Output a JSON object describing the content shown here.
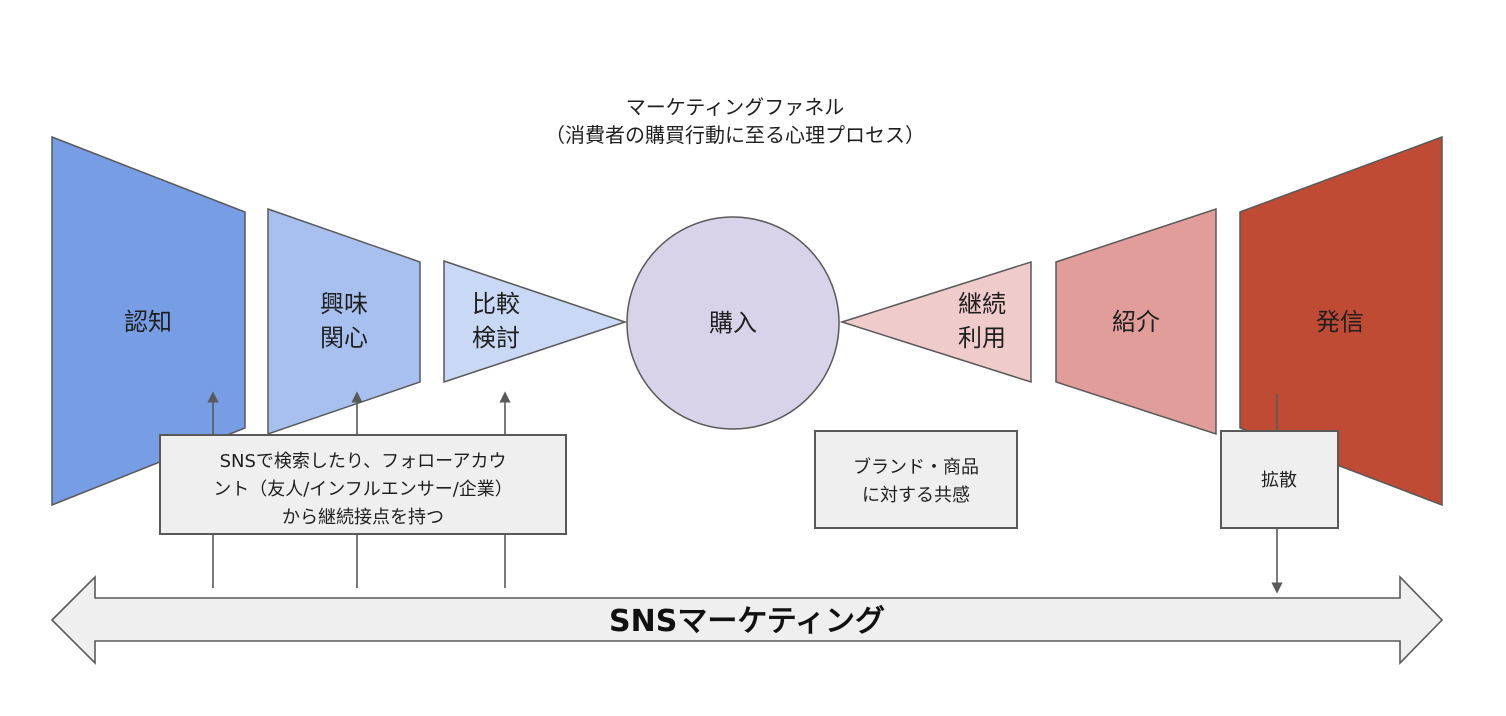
{
  "title": {
    "line1": "マーケティングファネル",
    "line2": "（消費者の購買行動に至る心理プロセス）"
  },
  "stages": {
    "awareness": {
      "label": "認知",
      "color": "#779de5"
    },
    "interest": {
      "line1": "興味",
      "line2": "関心",
      "color": "#a8c0ef"
    },
    "comparison": {
      "line1": "比較",
      "line2": "検討",
      "color": "#c9d8f5"
    },
    "purchase": {
      "label": "購入",
      "color": "#d9d3ea"
    },
    "continued_use": {
      "line1": "継続",
      "line2": "利用",
      "color": "#efcbcb"
    },
    "referral": {
      "label": "紹介",
      "color": "#e09d9a"
    },
    "broadcast": {
      "label": "発信",
      "color": "#bf4b35"
    }
  },
  "notes": {
    "sns_contact": {
      "line1": "SNSで検索したり、フォローアカウ",
      "line2": "ント（友人/インフルエンサー/企業）",
      "line3": "から継続接点を持つ"
    },
    "brand_empathy": {
      "line1": "ブランド・商品",
      "line2": "に対する共感"
    },
    "diffusion": {
      "label": "拡散"
    }
  },
  "banner": {
    "label": "SNSマーケティング"
  },
  "colors": {
    "outline": "#595959",
    "box_fill": "#efefef",
    "banner_fill": "#efefef"
  }
}
